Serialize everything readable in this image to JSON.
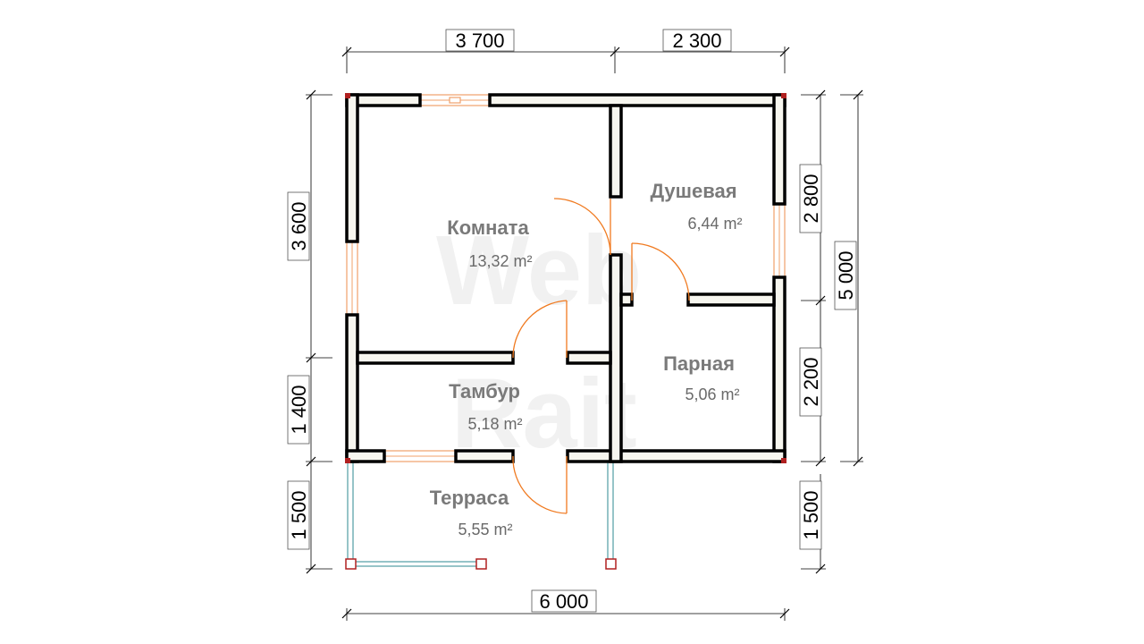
{
  "watermark": {
    "line1": "Web",
    "line2": "Rait"
  },
  "dimensions": {
    "top_left": "3 700",
    "top_right": "2 300",
    "left_upper": "3 600",
    "left_lower": "1 400",
    "left_terrace": "1 500",
    "right_upper": "2 800",
    "right_lower": "2 200",
    "right_total": "5 000",
    "right_terrace": "1 500",
    "bottom_total": "6 000"
  },
  "rooms": [
    {
      "name": "Комната",
      "area": "13,32 m²"
    },
    {
      "name": "Душевая",
      "area": "6,44 m²"
    },
    {
      "name": "Парная",
      "area": "5,06 m²"
    },
    {
      "name": "Тамбур",
      "area": "5,18 m²"
    },
    {
      "name": "Терраса",
      "area": "5,55 m²"
    }
  ],
  "colors": {
    "wall_fill": "#f7f6ef",
    "wall_stroke": "#000000",
    "window": "#f0a06a",
    "door": "#f07a20",
    "railing": "#6aaab0",
    "post": "#b02020",
    "room_label": "#7a7a7a"
  }
}
